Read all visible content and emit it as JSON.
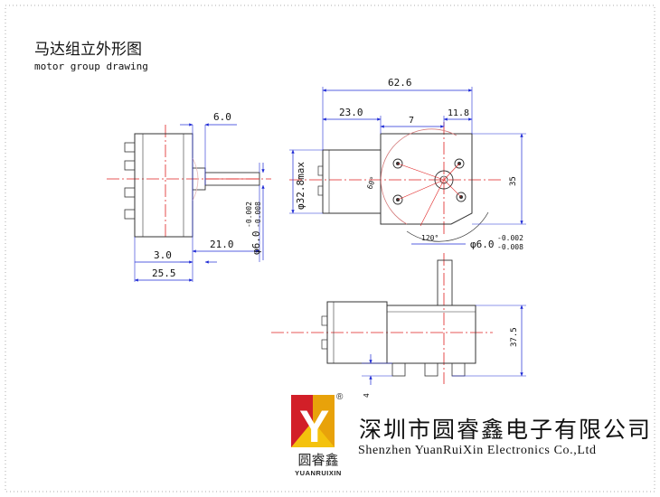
{
  "title": {
    "cn": "马达组立外形图",
    "en": "motor group drawing"
  },
  "side_view": {
    "dim_top": "6.0",
    "dim_bottom_left": "3.0",
    "dim_bottom_mid": "21.0",
    "dim_overall": "25.5",
    "shaft_dia": "φ6.0",
    "tol_upper": "-0.002",
    "tol_lower": "-0.008"
  },
  "front_view": {
    "dim_overall": "62.6",
    "dim_motor": "23.0",
    "dim_offset": "7",
    "dim_right": "11.8",
    "motor_dia": "φ32.8max",
    "height": "35",
    "angle_60": "60°",
    "angle_120": "120°",
    "shaft_dia": "φ6.0",
    "tol_upper": "-0.002",
    "tol_lower": "-0.008"
  },
  "bottom_view": {
    "height": "37.5",
    "small_dim": "4"
  },
  "company": {
    "cn": "深圳市圆睿鑫电子有限公司",
    "en": "Shenzhen YuanRuiXin Electronics Co.,Ltd",
    "brand_cn": "圆睿鑫",
    "brand_en": "YUANRUIXIN",
    "logo_letter": "Y",
    "reg_mark": "®"
  },
  "colors": {
    "border": "#c8c8c8",
    "dimension_line": "#1f2bd6",
    "center_line": "#e02020",
    "outline": "#333333",
    "logo_red": "#d21f28",
    "logo_yellow": "#f4c20d"
  }
}
